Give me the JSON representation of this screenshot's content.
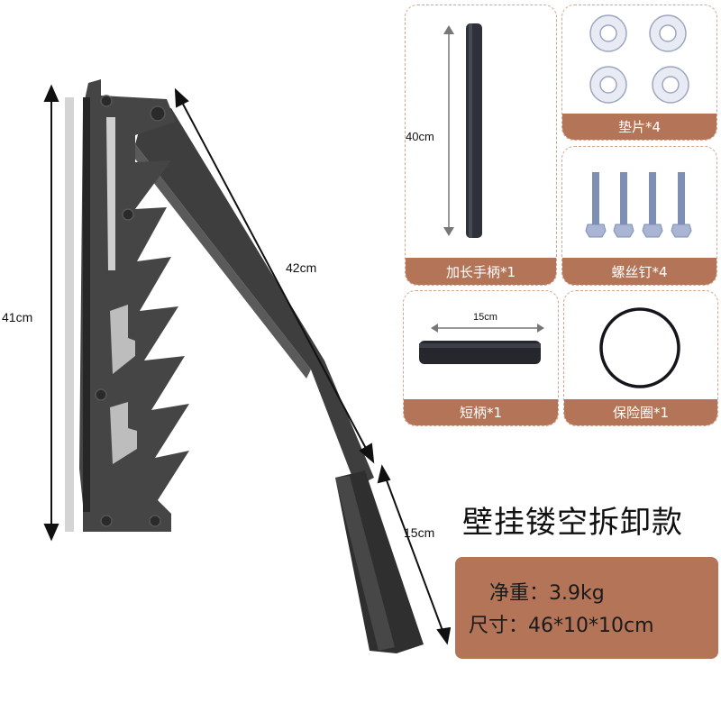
{
  "main_product": {
    "dimensions": {
      "height_label": "41cm",
      "arm_length_label": "42cm",
      "grip_length_label": "15cm"
    },
    "colors": {
      "metal": "#3b3b3b",
      "metal_light": "#555555",
      "shadow": "#cfcfcf"
    }
  },
  "accessories": [
    {
      "id": "long-handle",
      "label": "加长手柄*1",
      "dimension_label": "40cm"
    },
    {
      "id": "washers",
      "label": "垫片*4"
    },
    {
      "id": "screws",
      "label": "螺丝钉*4"
    },
    {
      "id": "short-handle",
      "label": "短柄*1",
      "dimension_label": "15cm"
    },
    {
      "id": "safety-ring",
      "label": "保险圈*1"
    }
  ],
  "product_title": "壁挂镂空拆卸款",
  "specs": {
    "weight": "净重：3.9kg",
    "size": "尺寸：46*10*10cm"
  },
  "colors": {
    "accent": "#b37457",
    "card_border": "#d8a58c",
    "text": "#111111"
  }
}
